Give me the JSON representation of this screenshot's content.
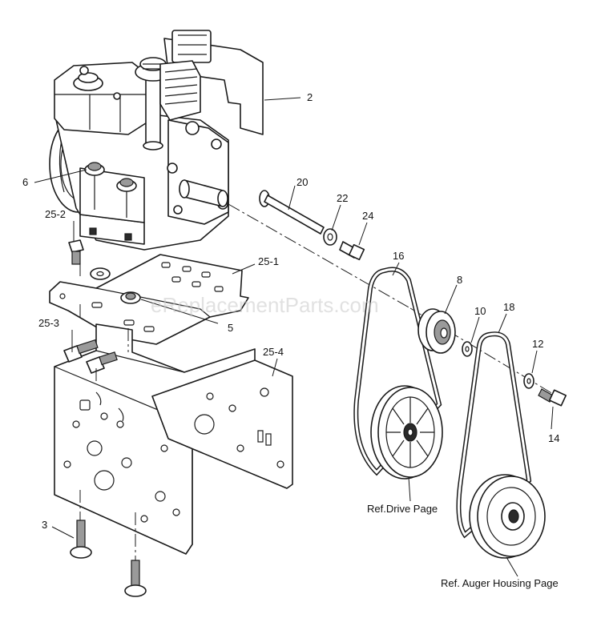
{
  "callouts": {
    "c2": "2",
    "c6": "6",
    "c20": "20",
    "c22": "22",
    "c24": "24",
    "c25_2": "25-2",
    "c25_1": "25-1",
    "c16": "16",
    "c8": "8",
    "c10": "10",
    "c18": "18",
    "c5": "5",
    "c25_3": "25-3",
    "c25_4": "25-4",
    "c12": "12",
    "c14": "14",
    "c3": "3"
  },
  "references": {
    "drive": "Ref.Drive Page",
    "auger": "Ref. Auger Housing Page"
  },
  "watermark": "eReplacementParts.com"
}
